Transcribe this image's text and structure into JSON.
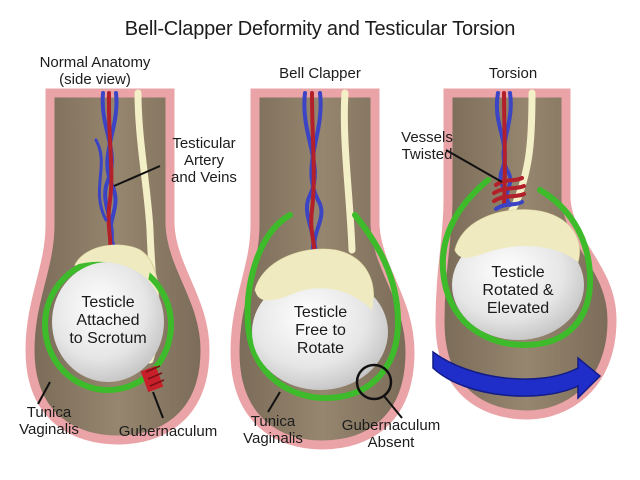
{
  "title": "Bell-Clapper Deformity and Testicular Torsion",
  "panels": [
    {
      "heading": "Normal Anatomy\n(side view)",
      "testicle_label": "Testicle\nAttached\nto Scrotum",
      "vessel_label": "Testicular\nArtery\nand Veins",
      "tunica_label": "Tunica\nVaginalis",
      "gubernaculum_label": "Gubernaculum"
    },
    {
      "heading": "Bell Clapper",
      "testicle_label": "Testicle\nFree to\nRotate",
      "tunica_label": "Tunica\nVaginalis",
      "gubernaculum_label": "Gubernaculum\nAbsent"
    },
    {
      "heading": "Torsion",
      "testicle_label": "Testicle\nRotated &\nElevated",
      "vessel_label": "Vessels\nTwisted"
    }
  ],
  "colors": {
    "scrotum_outline": "#eaa3a6",
    "scrotum_fill": "#8a7a67",
    "tunica": "#3dbb2a",
    "testicle": "#ececec",
    "epididymis": "#efeac0",
    "artery": "#b3202a",
    "veins": "#3a44c4",
    "vas_deferens": "#f3efc6",
    "rotation_arrow": "#1f2ec8",
    "gubernaculum": "#c8202a"
  }
}
